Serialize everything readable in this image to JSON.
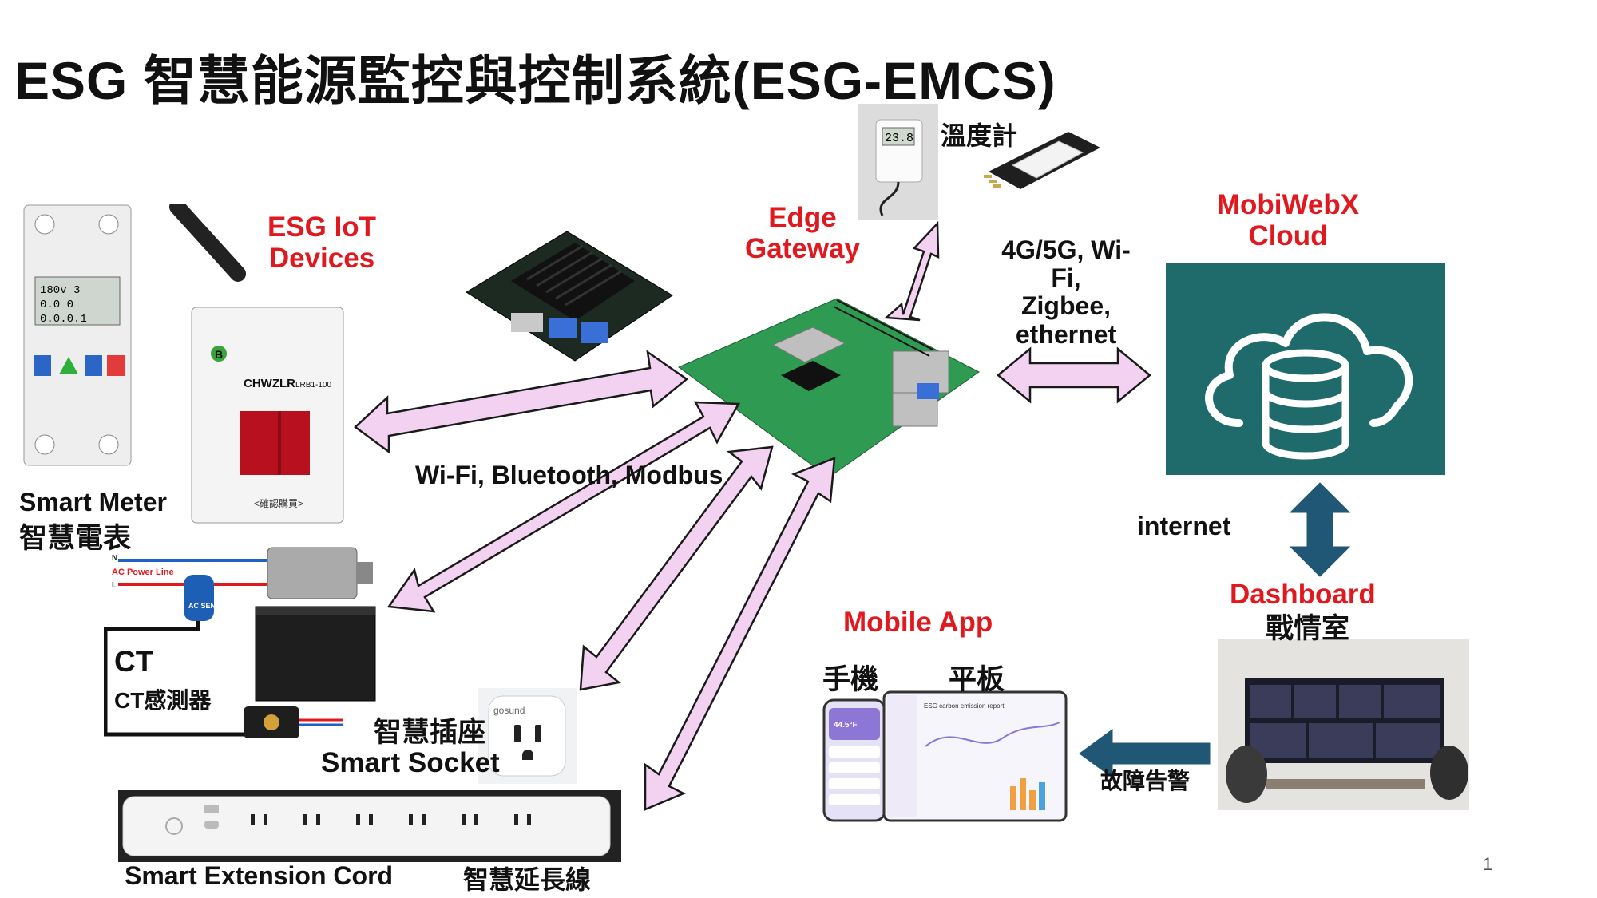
{
  "title": "ESG 智慧能源監控與控制系統(ESG-EMCS)",
  "labels": {
    "esg_iot_devices": "ESG IoT\nDevices",
    "edge_gateway": "Edge\nGateway",
    "mobiwebx_cloud": "MobiWebX\nCloud",
    "thermometer": "溫度計",
    "connectivity_cloud": "4G/5G, Wi-\nFi,\nZigbee,\nethernet",
    "connectivity_devices": "Wi-Fi, Bluetooth, Modbus",
    "smart_meter_en": "Smart Meter",
    "smart_meter_zh": "智慧電表",
    "ct": "CT",
    "ct_sensor": "CT感測器",
    "smart_socket_zh": "智慧插座",
    "smart_socket_en": "Smart Socket",
    "extension_cord_en": "Smart Extension Cord",
    "extension_cord_zh": "智慧延長線",
    "internet": "internet",
    "dashboard_en": "Dashboard",
    "dashboard_zh": "戰情室",
    "mobile_app": "Mobile App",
    "phone": "手機",
    "tablet": "平板",
    "fault_alert": "故障告警",
    "page_number": "1"
  },
  "device_text": {
    "ct_ac_power_line": "AC Power Line",
    "ct_n": "N",
    "ct_l": "L",
    "ct_ac_sensor": "AC\nSENSOR",
    "breaker_model": "CHWZLR",
    "breaker_rating": "LRB1-100",
    "breaker_confirm": "<確認購買>",
    "breaker_b": "B",
    "meter_display": [
      "180v 3",
      "0.0 0",
      "0.0.0.1"
    ],
    "thermo_display": "23.8",
    "socket_brand": "gosund",
    "tablet_header": "ESG carbon emission report",
    "phone_value": "44.5°F"
  },
  "colors": {
    "title": "#111111",
    "accent_red": "#e0191f",
    "arrow_fill": "#f2d2f0",
    "arrow_stroke": "#1a1a1a",
    "cloud_bg": "#1f6b6b",
    "navy_arrow": "#1f5775"
  },
  "icons": {
    "cloud": "cloud-database-icon",
    "bidirectional": "double-arrow-icon",
    "alert_arrow": "left-arrow-icon"
  }
}
